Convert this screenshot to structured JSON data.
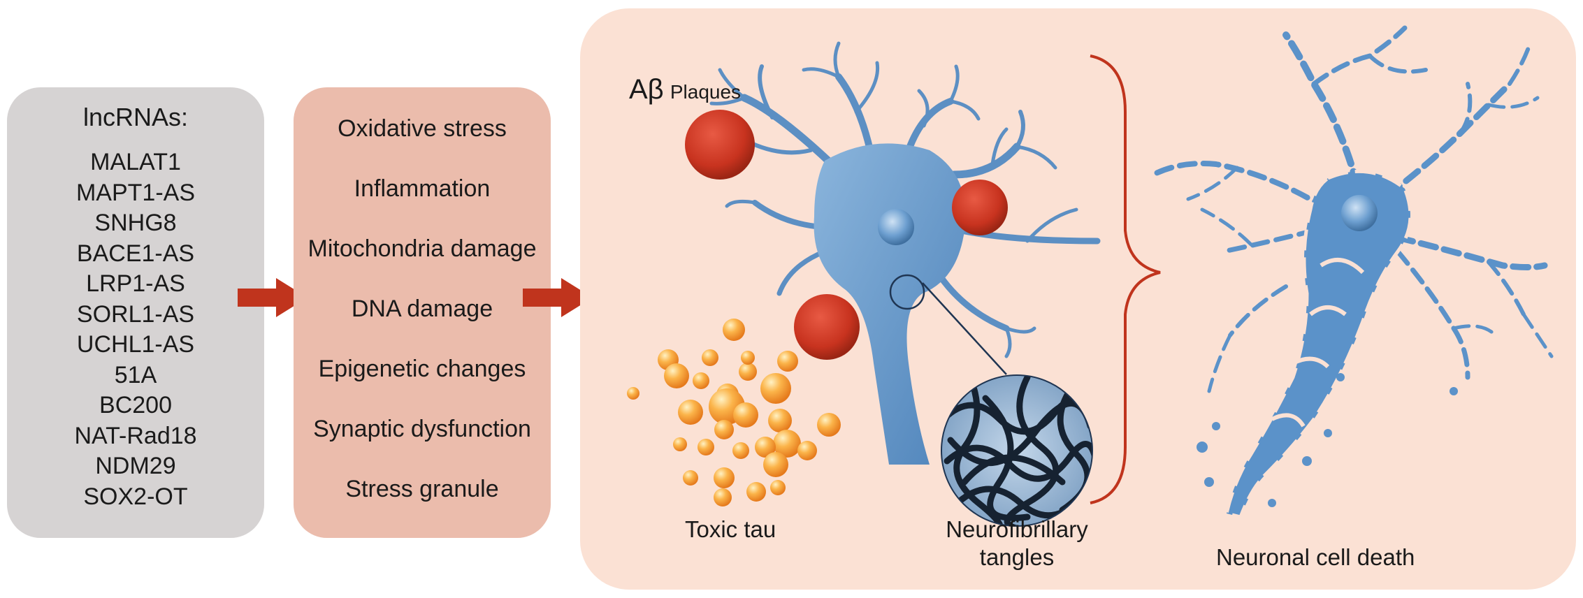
{
  "lncrnas": {
    "title": "lncRNAs:",
    "items": [
      "MALAT1",
      "MAPT1-AS",
      "SNHG8",
      "BACE1-AS",
      "LRP1-AS",
      "SORL1-AS",
      "UCHL1-AS",
      "51A",
      "BC200",
      "NAT-Rad18",
      "NDM29",
      "SOX2-OT"
    ]
  },
  "mechanisms": {
    "items": [
      "Oxidative stress",
      "Inflammation",
      "Mitochondria damage",
      "DNA damage",
      "Epigenetic changes",
      "Synaptic dysfunction",
      "Stress granule"
    ]
  },
  "pathology": {
    "abeta_symbol": "Aβ",
    "abeta_label": "Plaques",
    "tau_label": "Toxic tau",
    "tangles_line1": "Neurofibrillary",
    "tangles_line2": "tangles",
    "death_label": "Neuronal cell death"
  },
  "colors": {
    "lnc_panel": "#d6d3d3",
    "mech_panel": "#ebbcac",
    "path_panel": "#fbe1d4",
    "arrow": "#c0341d",
    "neuron": "#5b92c9",
    "plaque": "#cc3a28",
    "tau": "#f7a23a",
    "tangle_bg": "#a9c3dd"
  }
}
